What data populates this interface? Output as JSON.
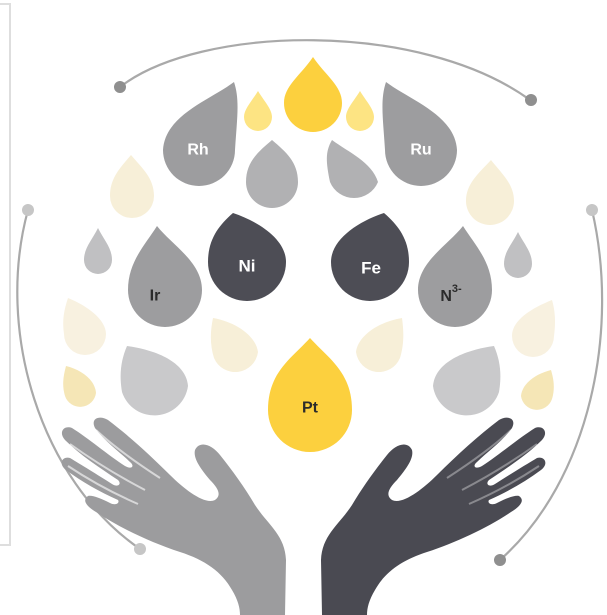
{
  "elements": {
    "rh": "Rh",
    "ru": "Ru",
    "ni": "Ni",
    "fe": "Fe",
    "ir": "Ir",
    "n": "N",
    "n_charge": "3-",
    "pt": "Pt"
  },
  "colors": {
    "yellow": "#fcd03e",
    "yellow_light": "#fde483",
    "cream": "#f7efd8",
    "cream_light": "#f8f1e0",
    "grey": "#9d9d9f",
    "grey_mid": "#b1b1b3",
    "grey_light": "#c9c9cb",
    "dark": "#4d4d55",
    "left_hand": "#9c9c9e",
    "right_hand": "#4a4a52",
    "frame": "#a9a9a9"
  }
}
